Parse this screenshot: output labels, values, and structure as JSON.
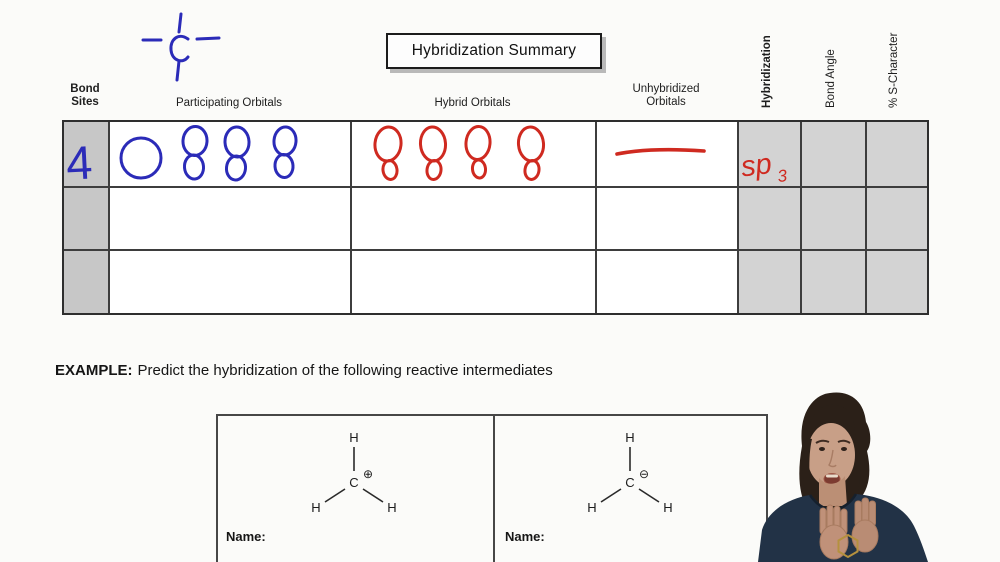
{
  "summary_box": {
    "title": "Hybridization Summary"
  },
  "table": {
    "headers": {
      "bond_sites_line1": "Bond",
      "bond_sites_line2": "Sites",
      "participating": "Participating Orbitals",
      "hybrid": "Hybrid Orbitals",
      "unhybridized_line1": "Unhybridized",
      "unhybridized_line2": "Orbitals",
      "hybridization": "Hybridization",
      "bond_angle": "Bond Angle",
      "s_character": "% S-Character"
    },
    "row1": {
      "bond_sites": "4",
      "participating_orbitals_drawn": [
        "s-orbital-circle",
        "p-orbital-figure-eight",
        "p-orbital-figure-eight",
        "p-orbital-figure-eight"
      ],
      "hybrid_orbitals_drawn": [
        "sp3-hybrid-lobe",
        "sp3-hybrid-lobe",
        "sp3-hybrid-lobe",
        "sp3-hybrid-lobe"
      ],
      "unhybridized_drawn": "none-horizontal-line",
      "hybridization_main": "sp",
      "hybridization_sub": "3"
    }
  },
  "sketch": {
    "atom": "c",
    "description": "carbon-with-four-bond-sites"
  },
  "example": {
    "label": "EXAMPLE:",
    "text": "Predict the hybridization of the following reactive intermediates"
  },
  "structures": [
    {
      "top_atom": "H",
      "center_atom": "C",
      "charge": "⊕",
      "left_atom": "H",
      "right_atom": "H",
      "name_label": "Name:"
    },
    {
      "top_atom": "H",
      "center_atom": "C",
      "charge": "⊖",
      "left_atom": "H",
      "right_atom": "H",
      "name_label": "Name:"
    }
  ],
  "colors": {
    "ink_blue": "#2b2bb8",
    "ink_red": "#cf2a20",
    "cell_gray_left": "#c7c7c7",
    "cell_gray_right": "#d3d3d3",
    "table_border": "#3d3d3d",
    "instructor_shirt": "#223246",
    "instructor_hair": "#2b2018",
    "instructor_skin": "#c89f87",
    "logo_gold": "#b5913e"
  }
}
